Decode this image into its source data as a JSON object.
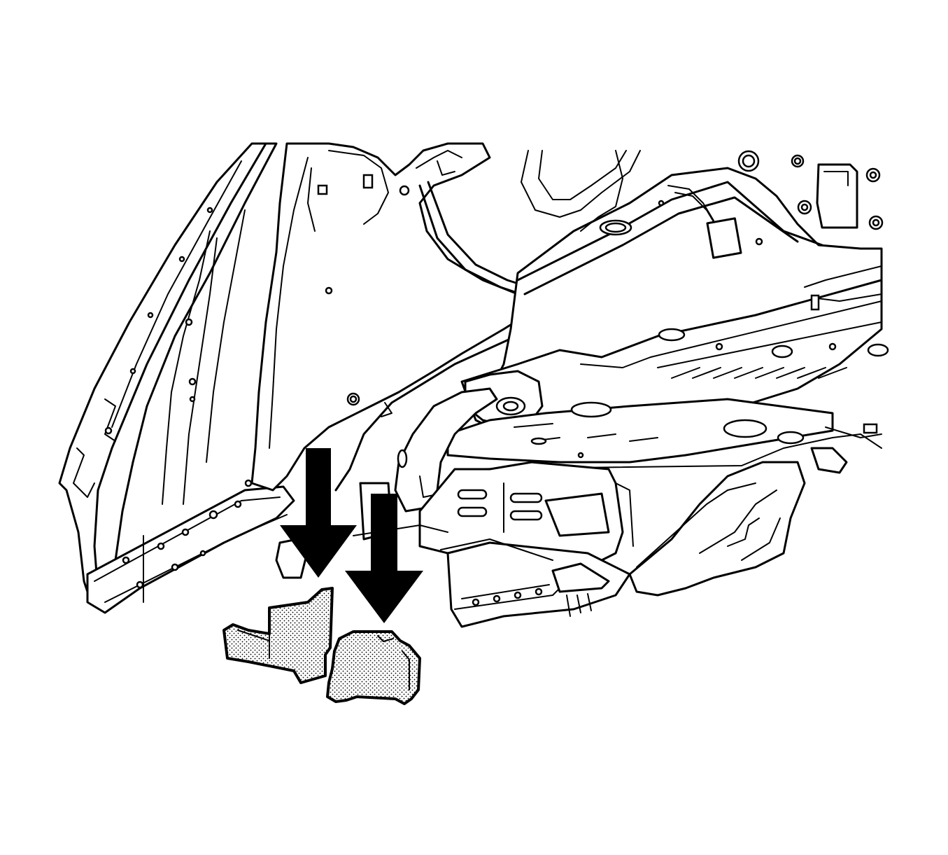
{
  "figure": {
    "type": "service-diagram",
    "background": "#ffffff",
    "line_color": "#000000",
    "arrows": {
      "count": 2,
      "direction": "down",
      "color": "#000000"
    },
    "parts": {
      "count": 2,
      "fill": "stippled"
    }
  }
}
